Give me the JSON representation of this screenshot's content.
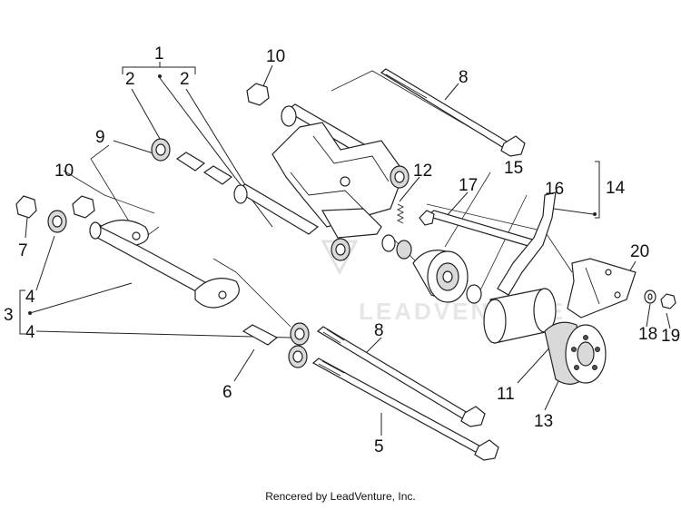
{
  "diagram": {
    "watermark": "LEADVENTURE",
    "credit": "Rencered by LeadVenture, Inc.",
    "callouts": [
      "1",
      "2",
      "2",
      "10",
      "8",
      "9",
      "10",
      "12",
      "15",
      "17",
      "16",
      "14",
      "7",
      "20",
      "4",
      "3",
      "4",
      "8",
      "18",
      "19",
      "6",
      "11",
      "13",
      "5"
    ]
  }
}
